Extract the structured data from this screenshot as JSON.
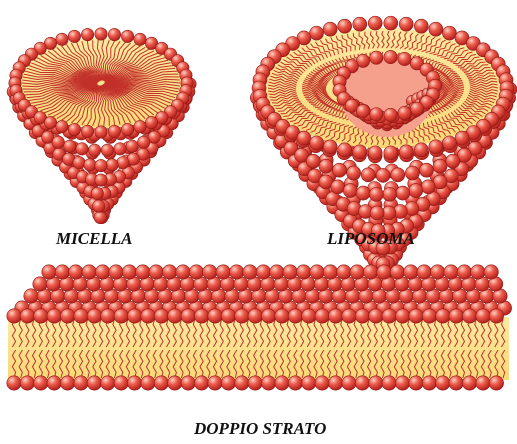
{
  "labels": {
    "micelle": "MICELLA",
    "liposome": "LIPOSOMA",
    "bilayer": "DOPPIO STRATO"
  },
  "colors": {
    "head_light": "#fbd2c4",
    "head_mid": "#ec5a4b",
    "head_dark": "#b5211c",
    "head_outline": "#8e1a17",
    "tail_fill": "#fbe58e",
    "tail_line": "#c2302a",
    "label": "#111111"
  },
  "figures": [
    {
      "name": "micelle-figure",
      "caption_key": "micelle"
    },
    {
      "name": "liposome-figure",
      "caption_key": "liposome"
    },
    {
      "name": "bilayer-figure",
      "caption_key": "bilayer"
    }
  ]
}
